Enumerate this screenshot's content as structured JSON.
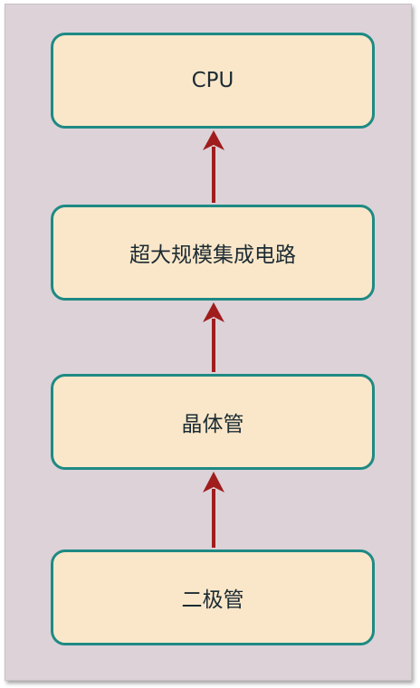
{
  "diagram": {
    "nodes": [
      {
        "id": "cpu",
        "label": "CPU"
      },
      {
        "id": "vlsi",
        "label": "超大规模集成电路"
      },
      {
        "id": "transistor",
        "label": "晶体管"
      },
      {
        "id": "diode",
        "label": "二极管"
      }
    ],
    "edges": [
      {
        "from": "diode",
        "to": "transistor"
      },
      {
        "from": "transistor",
        "to": "vlsi"
      },
      {
        "from": "vlsi",
        "to": "cpu"
      }
    ],
    "colors": {
      "background": "#dcd2d8",
      "node_fill": "#fae7c9",
      "node_border": "#1e8a84",
      "arrow": "#a01d1d"
    }
  }
}
